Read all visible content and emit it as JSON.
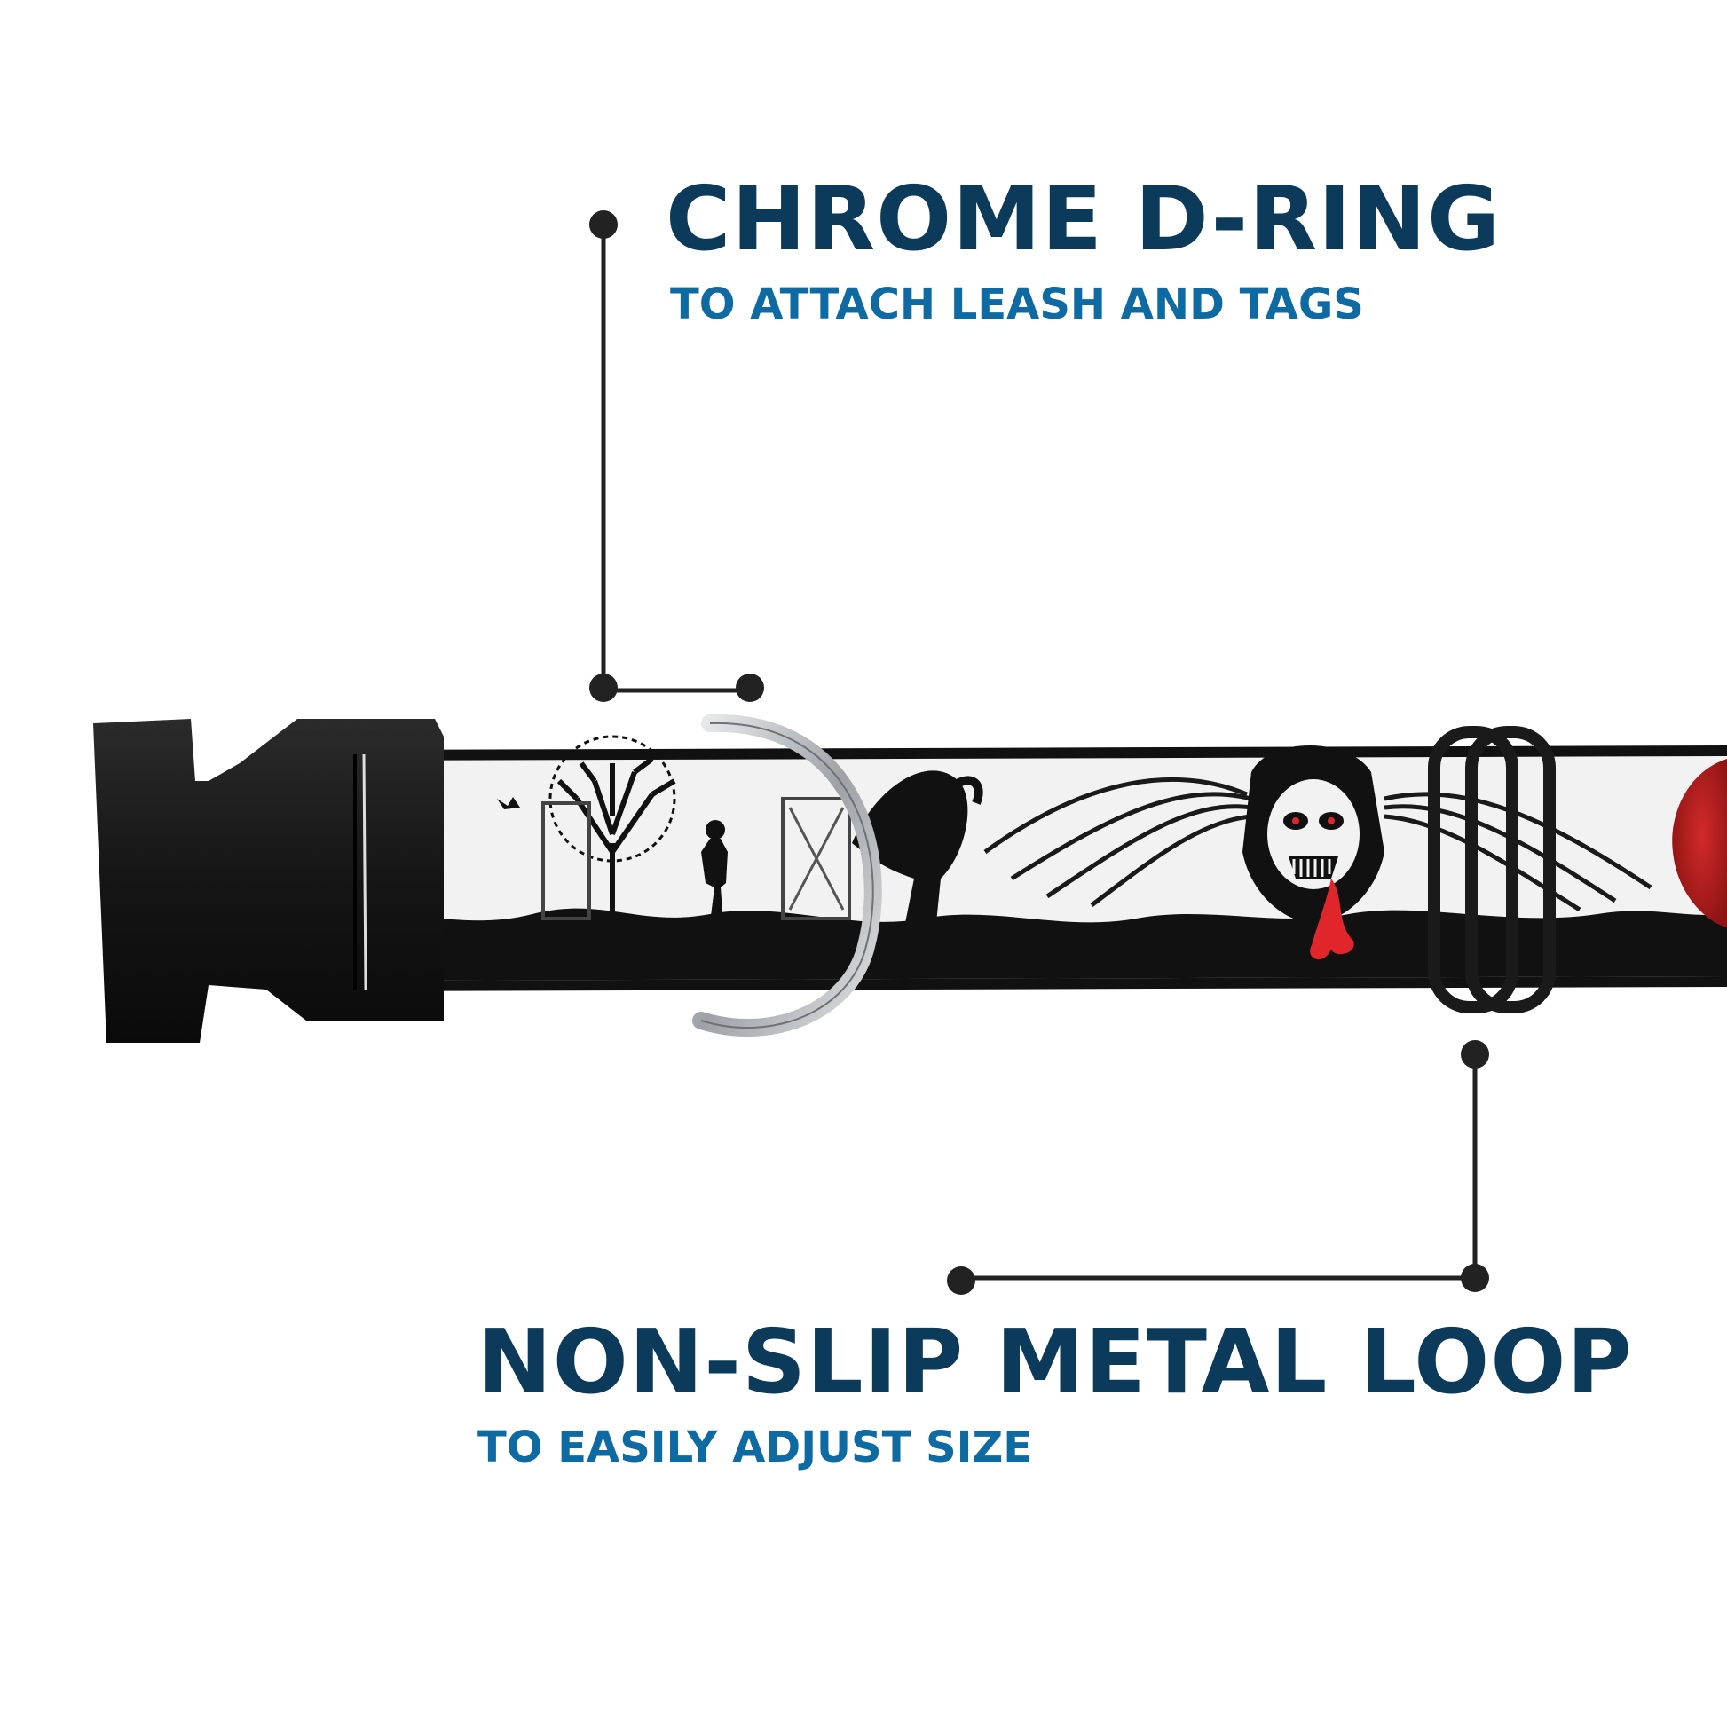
{
  "callouts": {
    "dring": {
      "title": "CHROME D-RING",
      "subtitle": "TO ATTACH LEASH AND TAGS"
    },
    "loop": {
      "title": "NON-SLIP METAL LOOP",
      "subtitle": "TO EASILY ADJUST SIZE"
    }
  },
  "colors": {
    "title": "#0c3a5b",
    "subtitle": "#0e6aa3",
    "leader": "#222222",
    "collar_bg": "#f2f2f2",
    "print_black": "#111111",
    "accent_red": "#e0262b",
    "moon_red": "#b31c1c",
    "buckle": "#1a1a1a",
    "chrome": "#b9bcc0"
  },
  "product": {
    "image": "printed dog collar with side-release buckle",
    "icons": [
      "side-release-buckle-icon",
      "d-ring-icon",
      "slide-loop-icon"
    ]
  }
}
